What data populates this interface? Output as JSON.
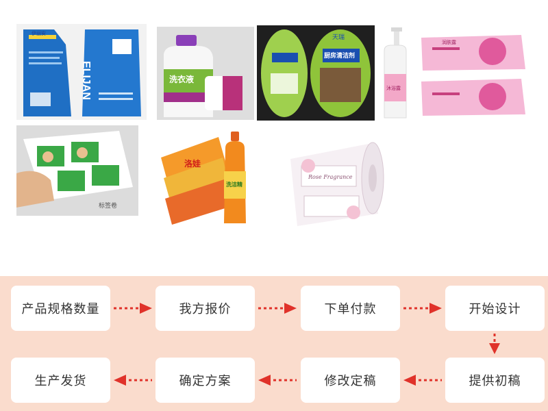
{
  "colors": {
    "band": "#fadccd",
    "box": "#ffffff",
    "arrow": "#e0322a",
    "text": "#333333"
  },
  "products": [
    {
      "brand": "ELIJAN",
      "brand_cn": "伊丽安"
    },
    {
      "label": "洗衣液"
    },
    {
      "brand": "天瑞",
      "label": "厨房清洁剂"
    },
    {
      "label": "沐浴露"
    },
    {
      "label": "润肤露"
    },
    {
      "label": "标签卷"
    },
    {
      "label": "洗洁精",
      "brand": "洛娃"
    },
    {
      "label": "Rose Fragrance"
    }
  ],
  "process": {
    "steps": [
      {
        "label": "产品规格数量"
      },
      {
        "label": "我方报价"
      },
      {
        "label": "下单付款"
      },
      {
        "label": "开始设计"
      },
      {
        "label": "提供初稿"
      },
      {
        "label": "修改定稿"
      },
      {
        "label": "确定方案"
      },
      {
        "label": "生产发货"
      }
    ]
  }
}
